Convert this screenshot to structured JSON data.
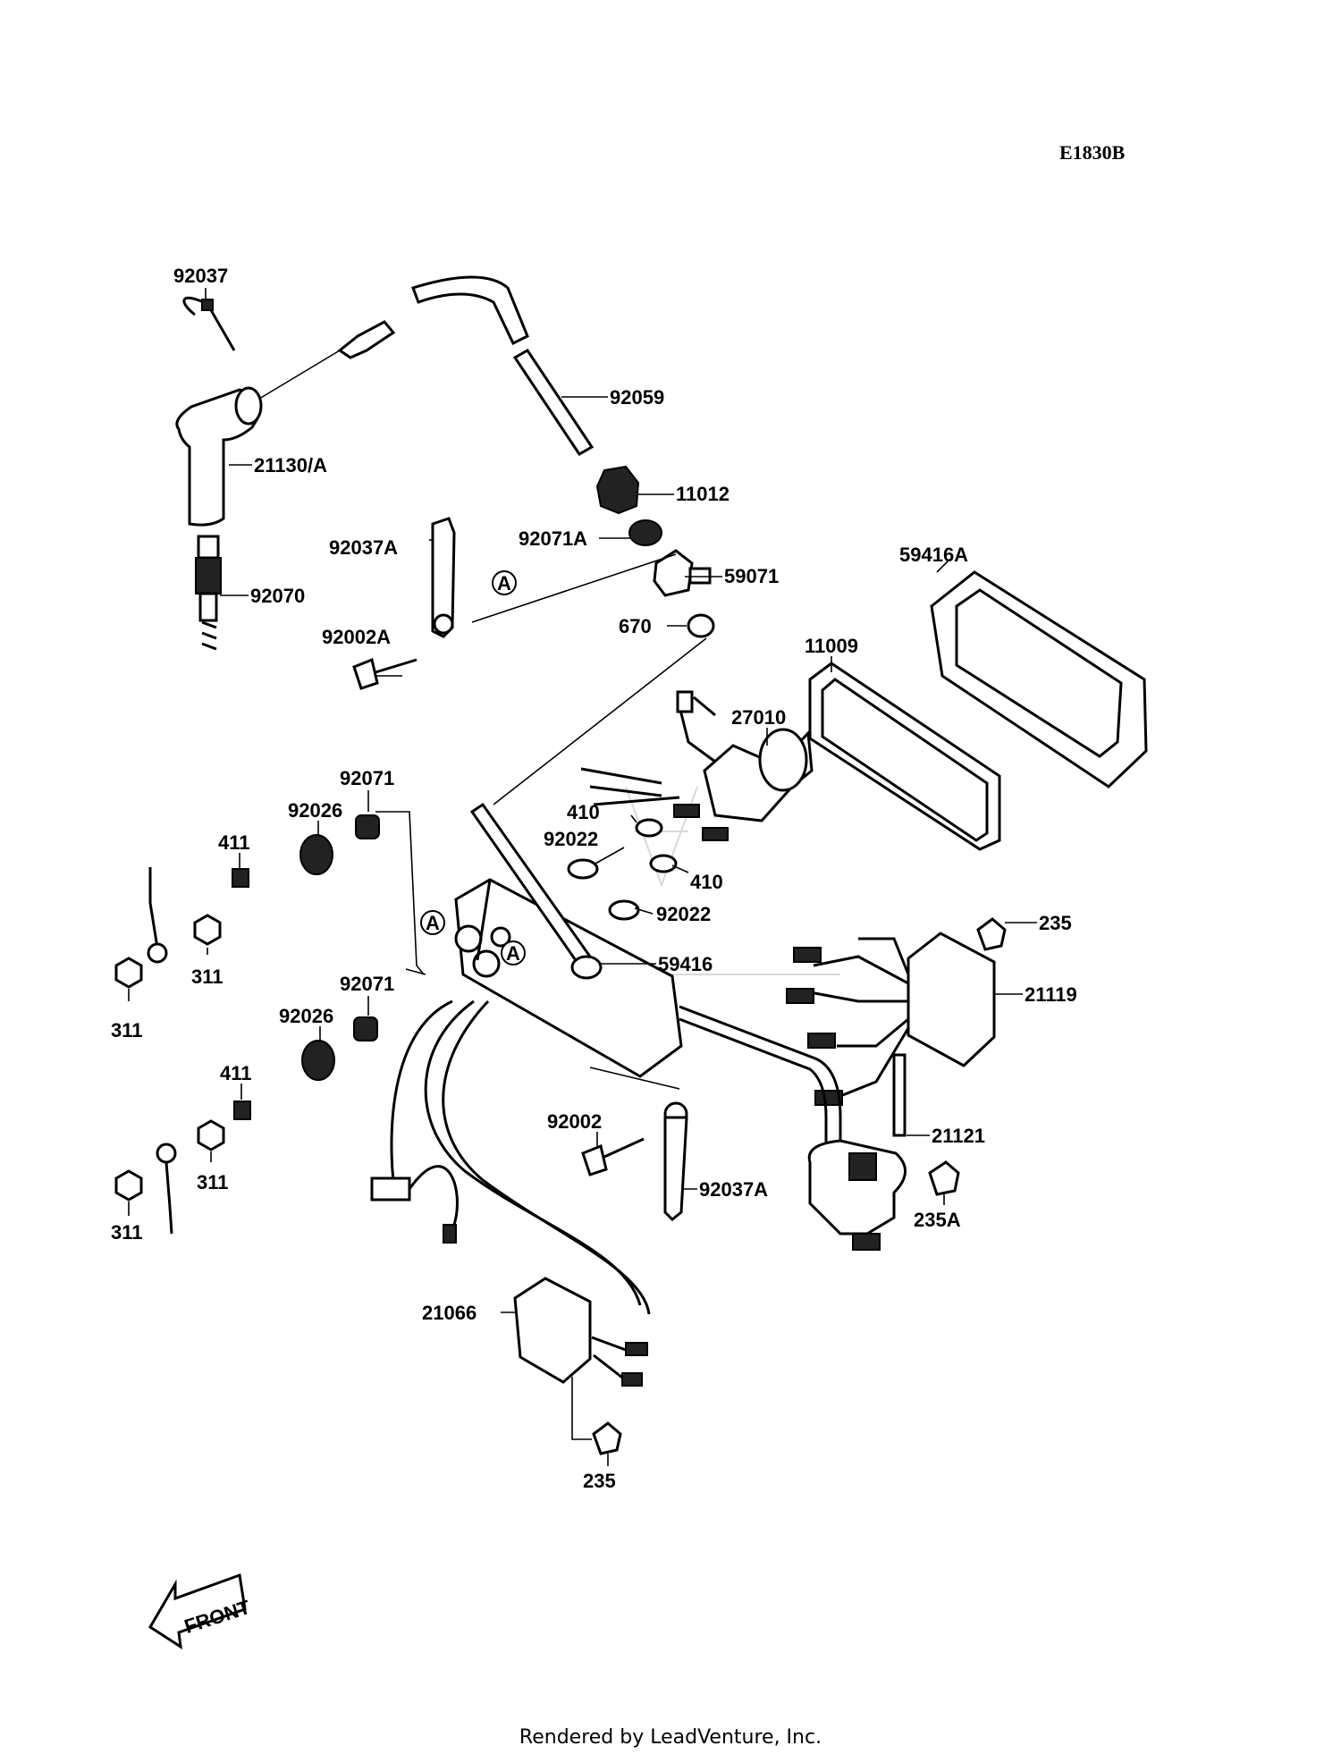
{
  "diagram_code": "E1830B",
  "labels": [
    {
      "id": "92037",
      "text": "92037"
    },
    {
      "id": "92059",
      "text": "92059"
    },
    {
      "id": "21130a",
      "text": "21130/A"
    },
    {
      "id": "11012",
      "text": "11012"
    },
    {
      "id": "92071a",
      "text": "92071A"
    },
    {
      "id": "59071",
      "text": "59071"
    },
    {
      "id": "92037a-top",
      "text": "92037A"
    },
    {
      "id": "92070",
      "text": "92070"
    },
    {
      "id": "92002a",
      "text": "92002A"
    },
    {
      "id": "670",
      "text": "670"
    },
    {
      "id": "59416a",
      "text": "59416A"
    },
    {
      "id": "11009",
      "text": "11009"
    },
    {
      "id": "27010",
      "text": "27010"
    },
    {
      "id": "92071-top",
      "text": "92071"
    },
    {
      "id": "92026-top",
      "text": "92026"
    },
    {
      "id": "410-top",
      "text": "410"
    },
    {
      "id": "92022-top",
      "text": "92022"
    },
    {
      "id": "410-bottom",
      "text": "410"
    },
    {
      "id": "92022-bottom",
      "text": "92022"
    },
    {
      "id": "411-top",
      "text": "411"
    },
    {
      "id": "311-a",
      "text": "311"
    },
    {
      "id": "311-b",
      "text": "311"
    },
    {
      "id": "59416",
      "text": "59416"
    },
    {
      "id": "235-right",
      "text": "235"
    },
    {
      "id": "21119",
      "text": "21119"
    },
    {
      "id": "92071-mid",
      "text": "92071"
    },
    {
      "id": "92026-mid",
      "text": "92026"
    },
    {
      "id": "411-bottom",
      "text": "411"
    },
    {
      "id": "92002",
      "text": "92002"
    },
    {
      "id": "21121",
      "text": "21121"
    },
    {
      "id": "311-c",
      "text": "311"
    },
    {
      "id": "311-d",
      "text": "311"
    },
    {
      "id": "92037a-bottom",
      "text": "92037A"
    },
    {
      "id": "235a",
      "text": "235A"
    },
    {
      "id": "21066",
      "text": "21066"
    },
    {
      "id": "235-bottom",
      "text": "235"
    }
  ],
  "ref_marks": [
    {
      "id": "a1",
      "text": "A"
    },
    {
      "id": "a2",
      "text": "A"
    },
    {
      "id": "a3",
      "text": "A"
    }
  ],
  "front_label": "FRONT",
  "footer": "Rendered by LeadVenture, Inc."
}
